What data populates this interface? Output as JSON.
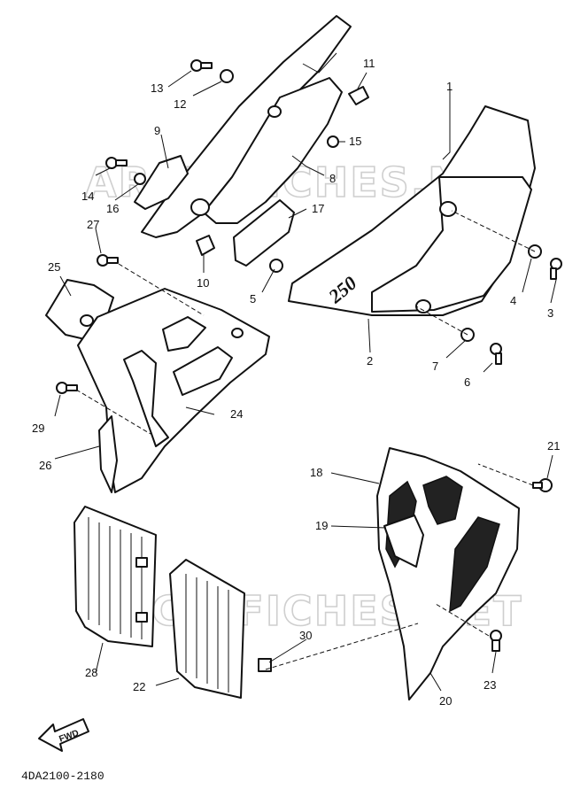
{
  "watermark": "ARCHIFICHES.NET",
  "catalog_code": "4DA2100-2180",
  "fwd_label": "FWD",
  "side_cover_badge": "250",
  "callouts": [
    "1",
    "2",
    "3",
    "4",
    "5",
    "6",
    "7",
    "8",
    "9",
    "10",
    "11",
    "12",
    "13",
    "14",
    "15",
    "16",
    "17",
    "18",
    "19",
    "20",
    "21",
    "22",
    "23",
    "24",
    "25",
    "26",
    "27",
    "28",
    "29",
    "30"
  ]
}
